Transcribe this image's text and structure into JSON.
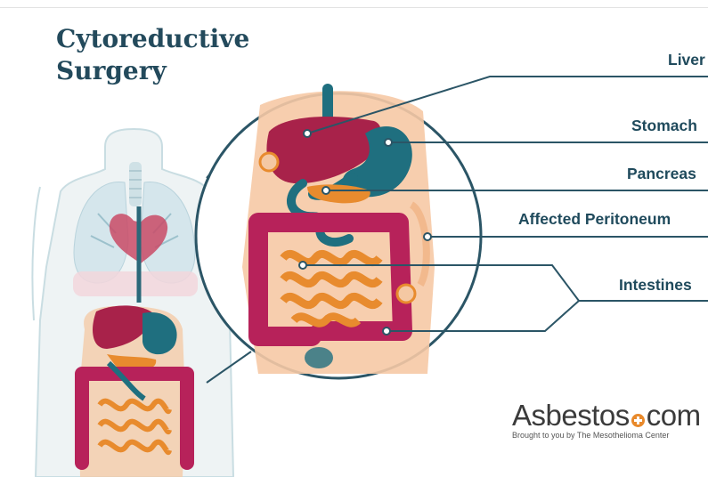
{
  "title": {
    "line1": "Cytoreductive",
    "line2": "Surgery"
  },
  "labels": {
    "liver": "Liver",
    "stomach": "Stomach",
    "pancreas": "Pancreas",
    "peritoneum": "Affected Peritoneum",
    "intestines": "Intestines"
  },
  "brand": {
    "name_part1": "Asbestos",
    "name_part2": "com",
    "tagline": "Brought to you by The Mesothelioma Center"
  },
  "colors": {
    "title": "#234a5c",
    "leader_line": "#2b5566",
    "liver": "#a8224a",
    "stomach": "#1f6f7f",
    "intestine_small": "#e88b2e",
    "intestine_large": "#b7225a",
    "peritoneum": "#f6c9a5",
    "accent": "#e8892b"
  }
}
